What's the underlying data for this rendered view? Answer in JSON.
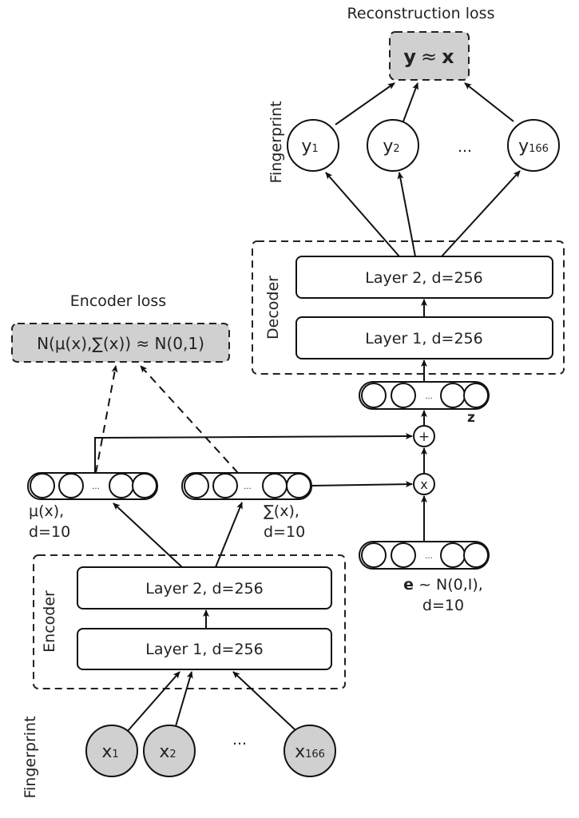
{
  "reconstruction": {
    "title": "Reconstruction loss",
    "formula_y": "y",
    "formula_approx": "≈",
    "formula_x": "x"
  },
  "output_layer": {
    "side_label": "Fingerprint",
    "nodes": [
      {
        "base": "y",
        "sub": "1"
      },
      {
        "base": "y",
        "sub": "2"
      },
      {
        "base": "y",
        "sub": "166"
      }
    ],
    "ellipsis": "..."
  },
  "decoder": {
    "label": "Decoder",
    "layer2": "Layer 2, d=256",
    "layer1": "Layer 1, d=256"
  },
  "latent": {
    "z_label": "z",
    "vector_ellipsis": "...",
    "plus_symbol": "+",
    "times_symbol": "x"
  },
  "encoder_loss": {
    "title": "Encoder loss",
    "formula": "N(μ(x),∑(x)) ≈ N(0,1)"
  },
  "mu": {
    "label": "μ(x),",
    "dim": "d=10"
  },
  "sigma": {
    "label": "∑(x),",
    "dim": "d=10"
  },
  "epsilon": {
    "label_bold": "e",
    "label_rest": " ~ N(0,I),",
    "dim": "d=10"
  },
  "encoder": {
    "label": "Encoder",
    "layer2": "Layer 2, d=256",
    "layer1": "Layer 1, d=256"
  },
  "input_layer": {
    "side_label": "Fingerprint",
    "nodes": [
      {
        "base": "x",
        "sub": "1"
      },
      {
        "base": "x",
        "sub": "2"
      },
      {
        "base": "x",
        "sub": "166"
      }
    ],
    "ellipsis": "..."
  },
  "colors": {
    "loss_fill": "#d0d0d0",
    "input_fill": "#d0d0d0",
    "stroke": "#111111"
  }
}
